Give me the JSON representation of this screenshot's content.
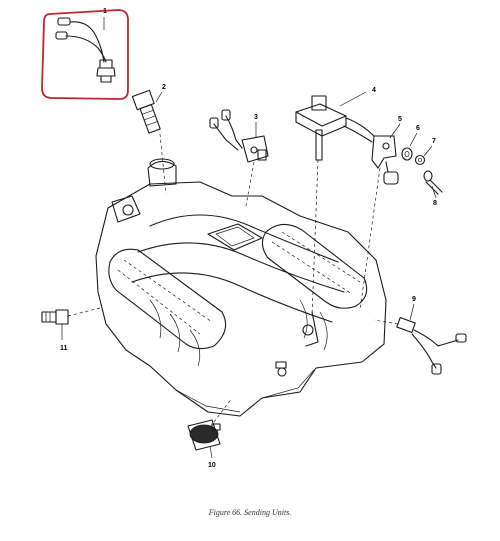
{
  "figure": {
    "caption": "Figure 66.  Sending Units."
  },
  "callouts": [
    "1",
    "2",
    "3",
    "4",
    "5",
    "6",
    "7",
    "8",
    "9",
    "10",
    "11"
  ],
  "highlight": {
    "color": "#c0262d",
    "target_callout": "1"
  }
}
